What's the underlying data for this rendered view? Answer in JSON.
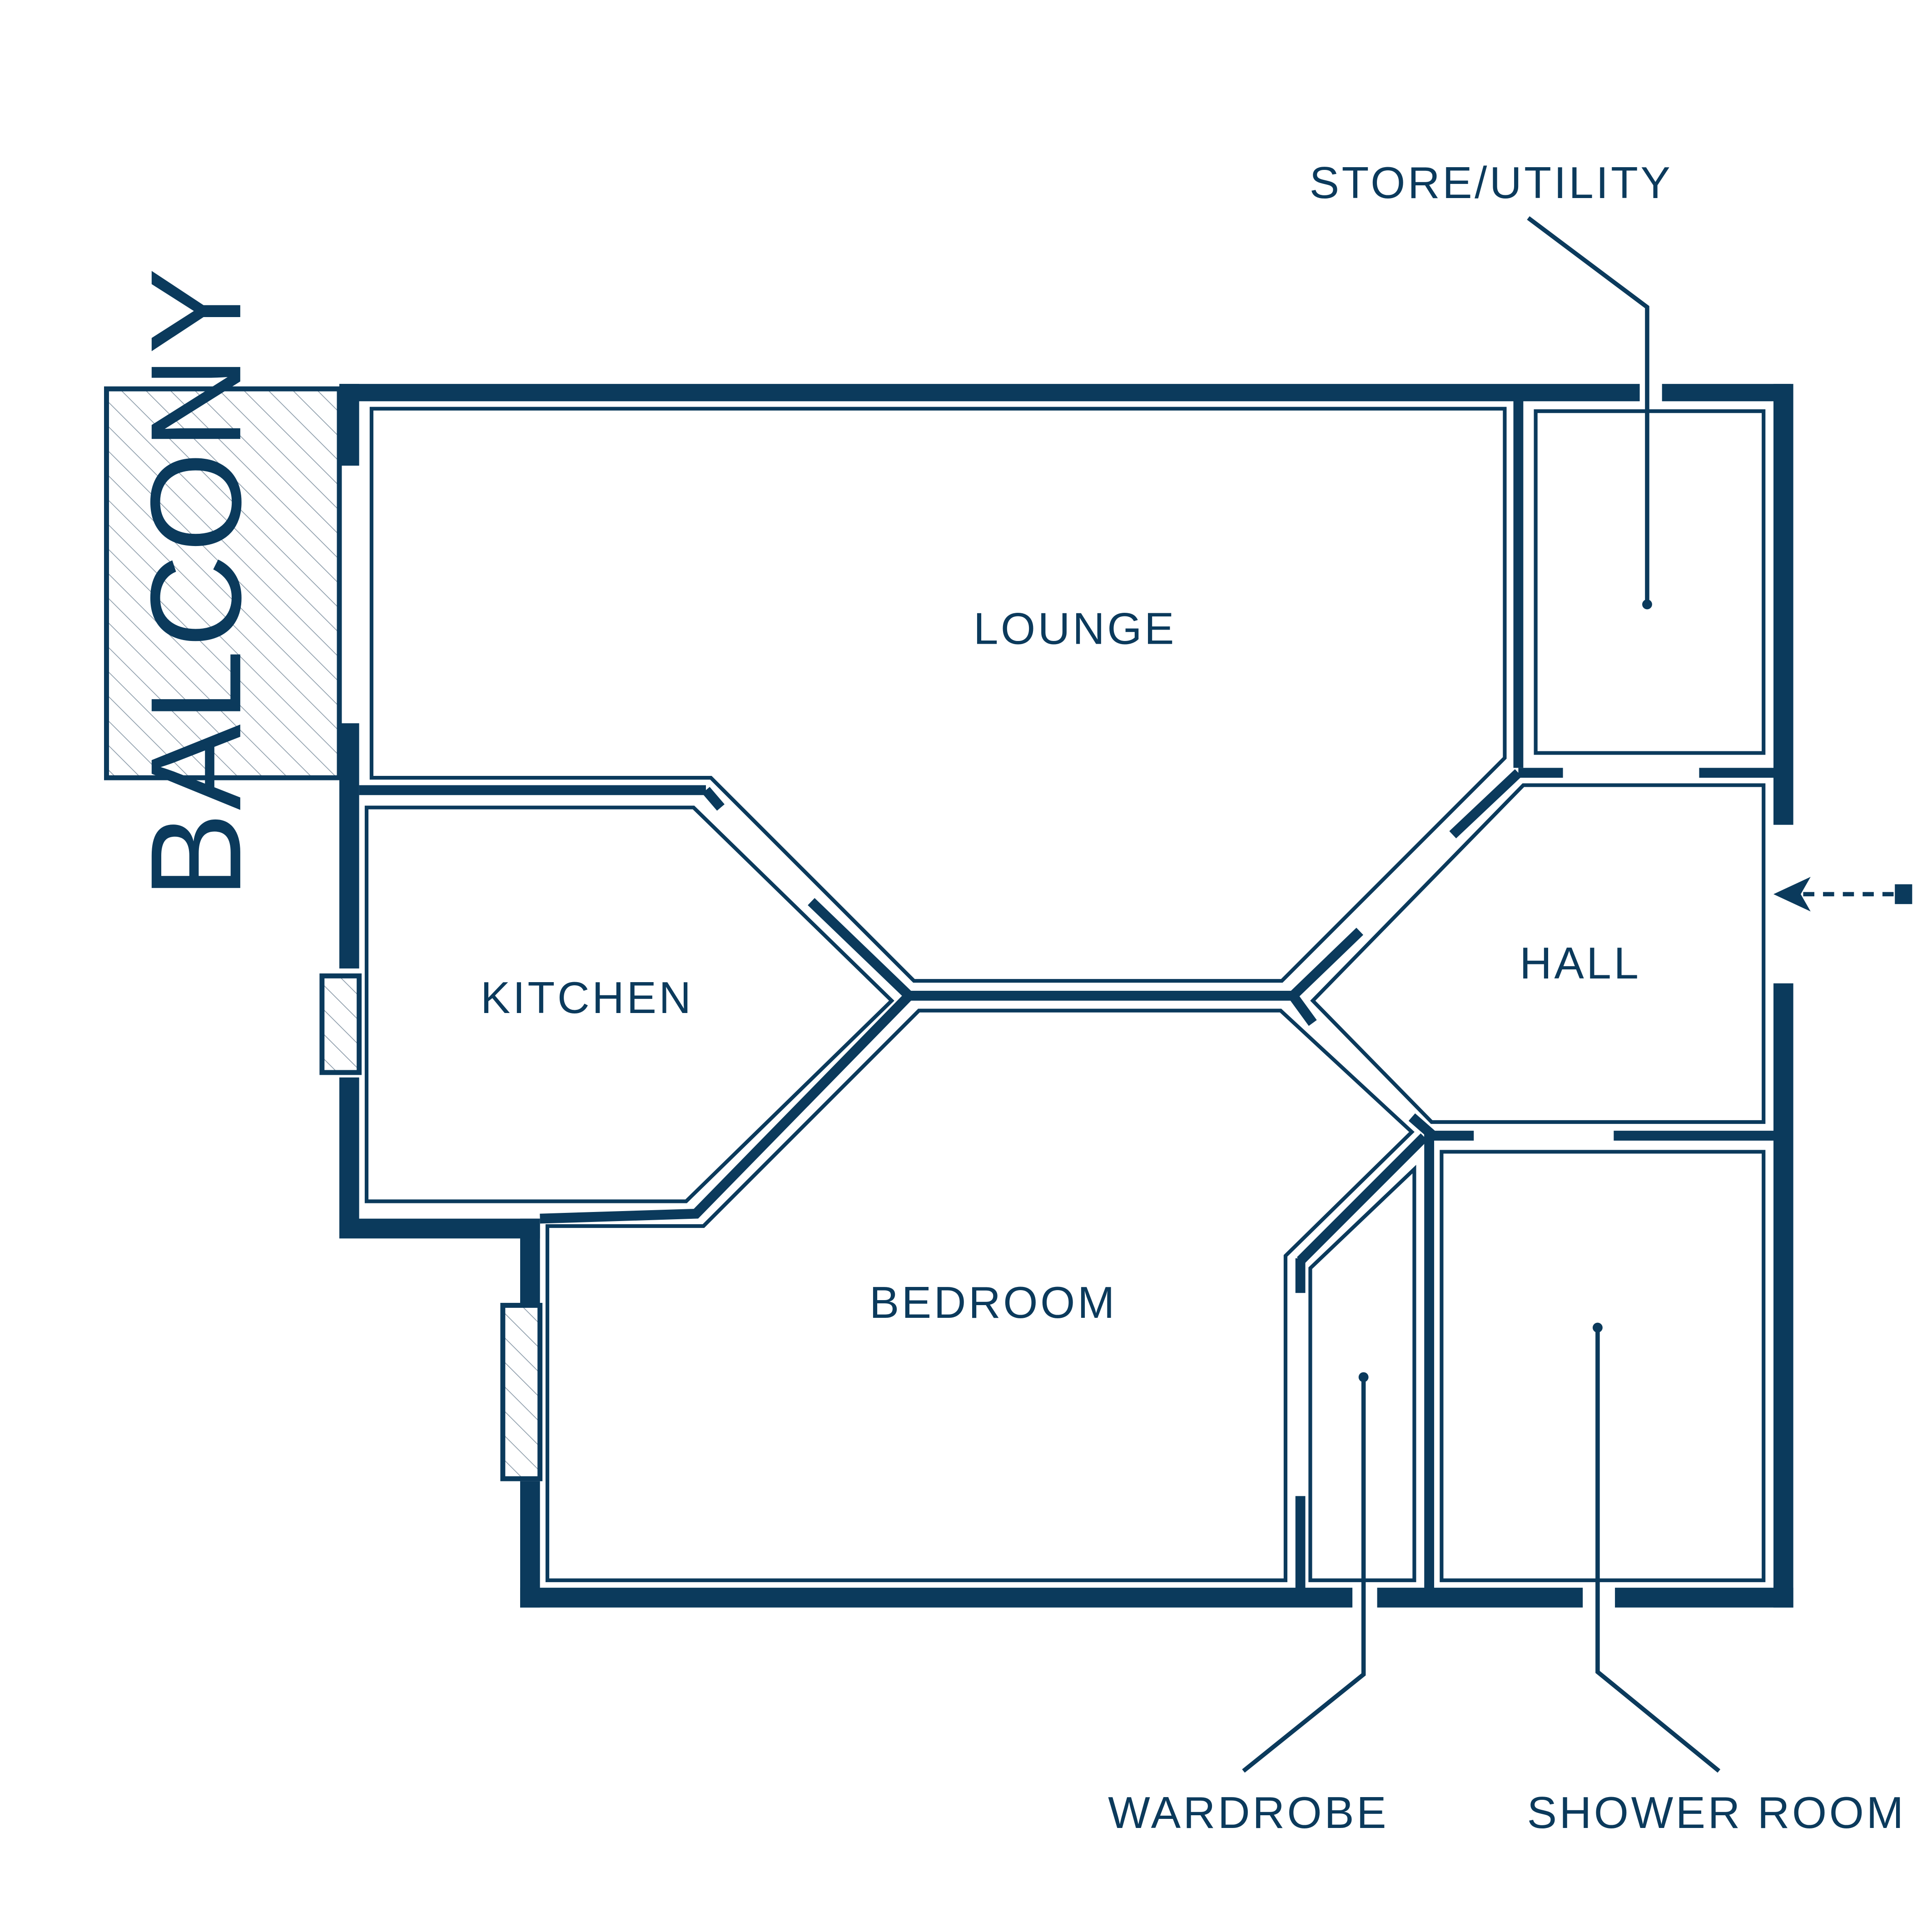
{
  "colors": {
    "wall": "#0b3a5c",
    "background": "#ffffff"
  },
  "rooms": {
    "balcony": "BALCONY",
    "lounge": "LOUNGE",
    "kitchen": "KITCHEN",
    "hall": "HALL",
    "bedroom": "BEDROOM"
  },
  "callouts": {
    "store_utility": "STORE/UTILITY",
    "wardrobe": "WARDROBE",
    "shower_room": "SHOWER ROOM"
  },
  "icons": {
    "entrance": "entrance-arrow-icon"
  }
}
